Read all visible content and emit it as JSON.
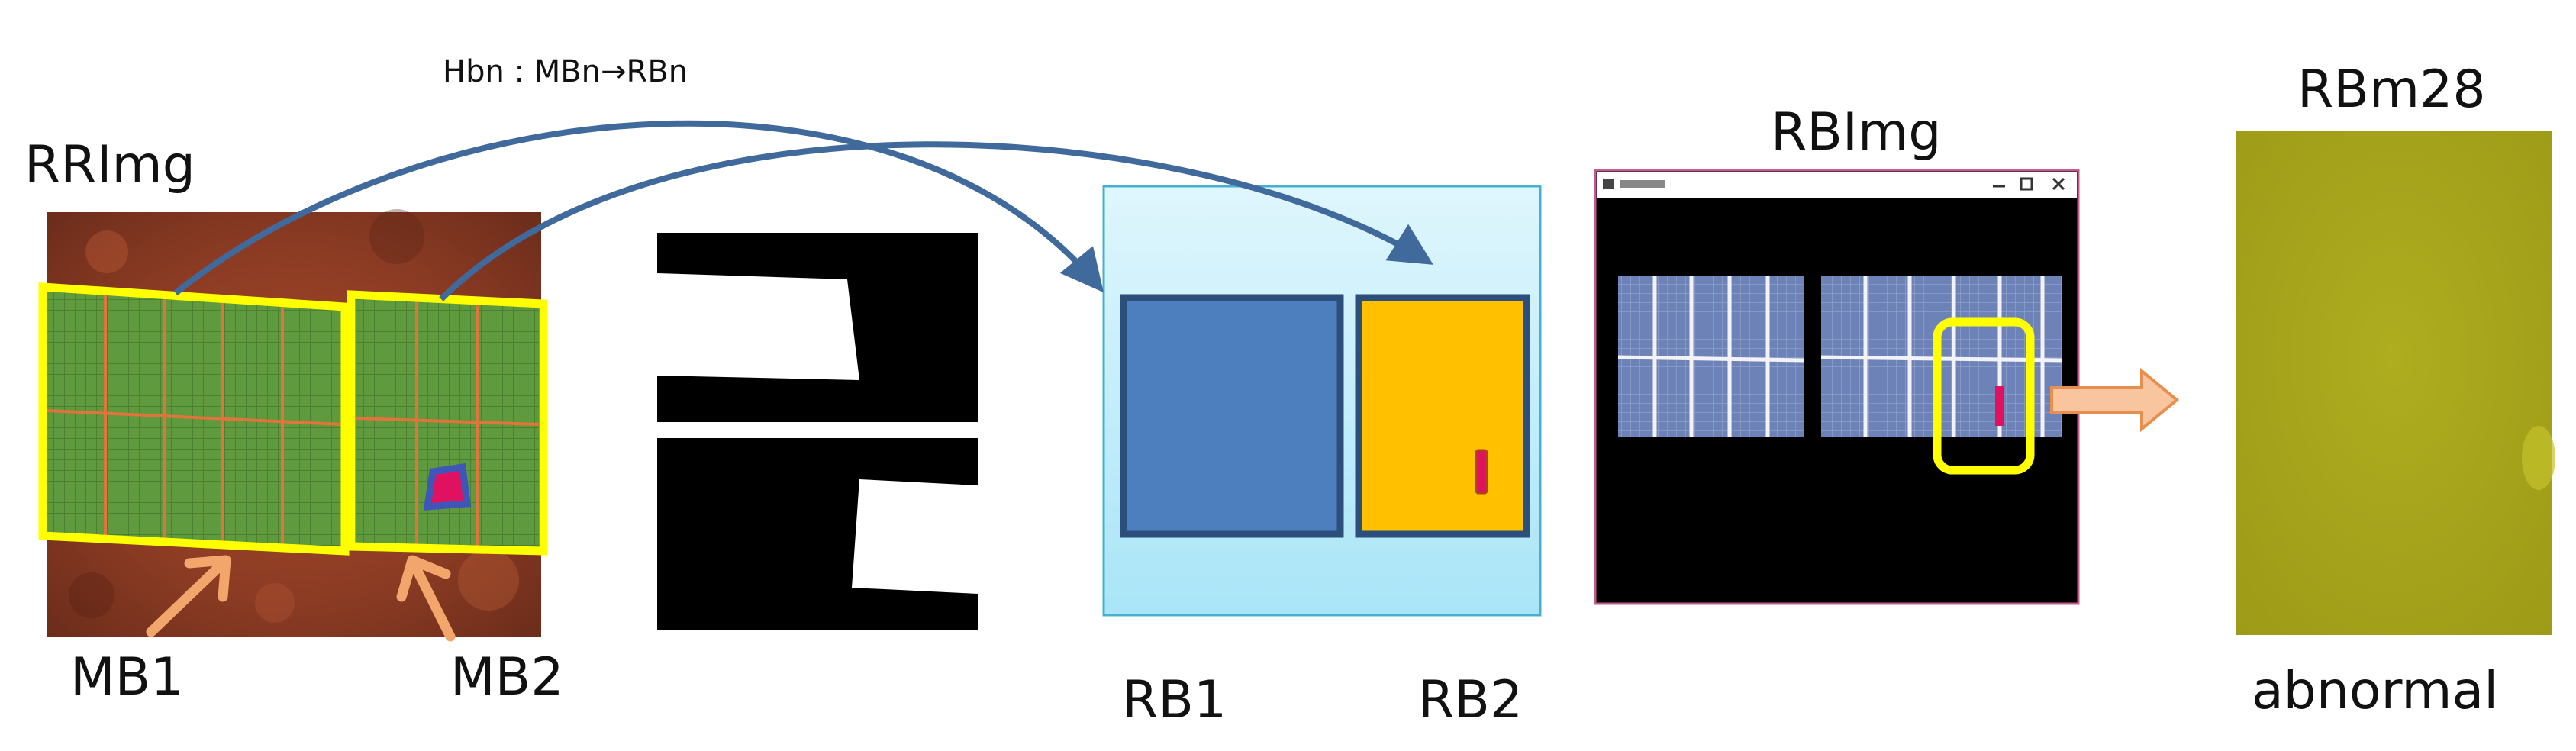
{
  "labels": {
    "homography": "Hbn : MBn→RBn",
    "rrimg": "RRImg",
    "mb1": "MB1",
    "mb2": "MB2",
    "rb1": "RB1",
    "rb2": "RB2",
    "rbimg": "RBImg",
    "rbm28": "RBm28",
    "abnormal": "abnormal"
  },
  "colors": {
    "arrow_blue": "#3f6a9b",
    "highlight_yellow": "#ffff00",
    "rb1_fill": "#4d7fbe",
    "rb2_fill": "#ffc000",
    "panel_fill": "#cfeffa",
    "defect_pink": "#e0115f",
    "rbm28_fill": "#a7a51c",
    "orange_arrow": "#f3a66b"
  },
  "icons": {
    "window_controls": [
      "minimize-icon",
      "maximize-icon",
      "close-icon"
    ]
  }
}
